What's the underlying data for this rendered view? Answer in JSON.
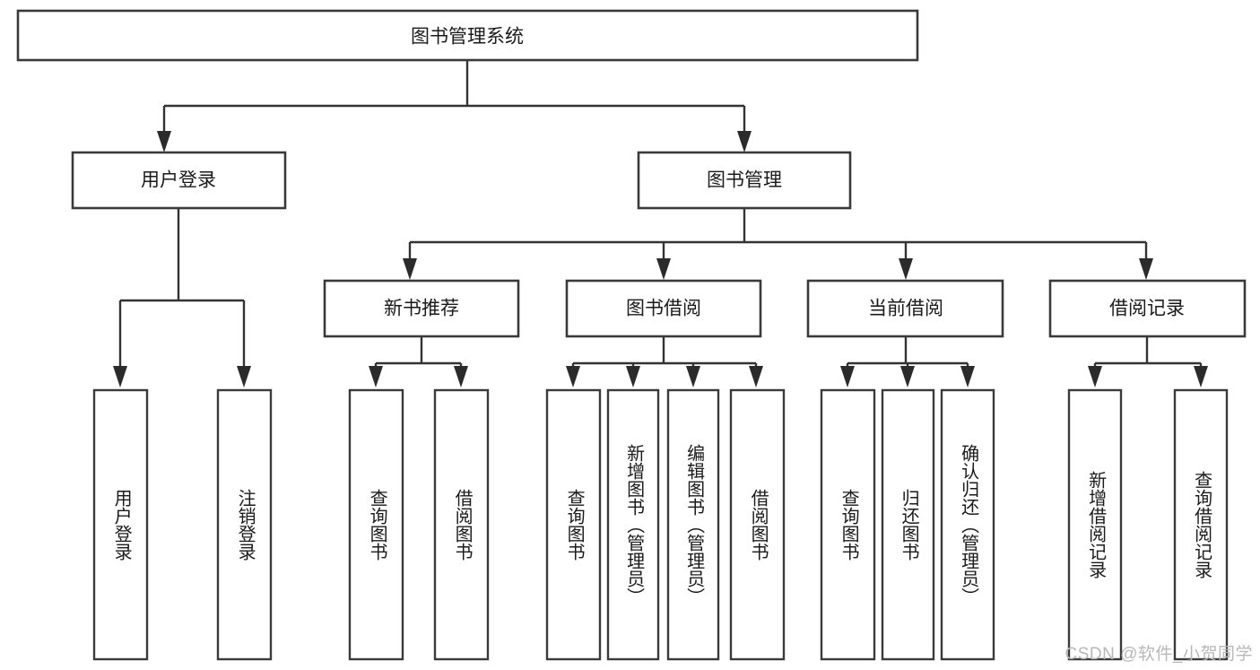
{
  "diagram": {
    "type": "tree",
    "title": "图书管理系统",
    "watermark": "CSDN @软件_小贺同学",
    "root": {
      "label": "图书管理系统"
    },
    "level1": [
      {
        "label": "用户登录"
      },
      {
        "label": "图书管理"
      }
    ],
    "level2": [
      {
        "label": "新书推荐"
      },
      {
        "label": "图书借阅"
      },
      {
        "label": "当前借阅"
      },
      {
        "label": "借阅记录"
      }
    ],
    "leaves": {
      "user_login": [
        {
          "label": "用户登录"
        },
        {
          "label": "注销登录"
        }
      ],
      "new_book_recommend": [
        {
          "label": "查询图书"
        },
        {
          "label": "借阅图书"
        }
      ],
      "book_borrow": [
        {
          "label": "查询图书"
        },
        {
          "label": "新增图书（管理员）"
        },
        {
          "label": "编辑图书（管理员）"
        },
        {
          "label": "借阅图书"
        }
      ],
      "current_borrow": [
        {
          "label": "查询图书"
        },
        {
          "label": "归还图书"
        },
        {
          "label": "确认归还（管理员）"
        }
      ],
      "borrow_record": [
        {
          "label": "新增借阅记录"
        },
        {
          "label": "查询借阅记录"
        }
      ]
    },
    "colors": {
      "background": "#ffffff",
      "box_fill": "#ffffff",
      "box_stroke": "#3a3a3a",
      "connector": "#333333",
      "text": "#1a1a1a",
      "watermark": "#b8b8b8"
    }
  }
}
